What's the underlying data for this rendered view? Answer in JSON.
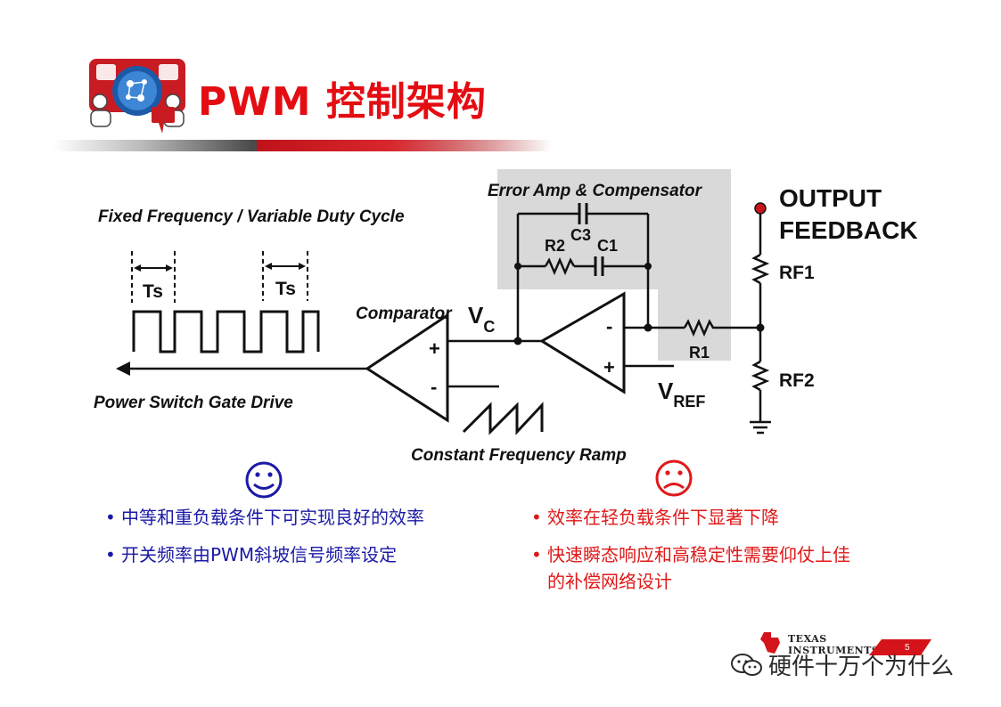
{
  "slide": {
    "title": "PWM 控制架构"
  },
  "diagram": {
    "fixed_freq_label": "Fixed Frequency / Variable Duty Cycle",
    "ts_label_1": "Ts",
    "ts_label_2": "Ts",
    "comparator_label": "Comparator",
    "plus": "+",
    "minus": "-",
    "vc_main": "V",
    "vc_sub": "C",
    "gate_drive_label": "Power Switch Gate Drive",
    "ramp_label": "Constant Frequency Ramp",
    "error_amp_label": "Error Amp & Compensator",
    "c3": "C3",
    "r2": "R2",
    "c1": "C1",
    "r1": "R1",
    "vref_main": "V",
    "vref_sub": "REF",
    "output_feedback_line1": "OUTPUT",
    "output_feedback_line2": "FEEDBACK",
    "rf1": "RF1",
    "rf2": "RF2"
  },
  "pros": {
    "icon": "smiley-face-icon",
    "color": "#1a1aa6",
    "items": [
      "中等和重负载条件下可实现良好的效率",
      "开关频率由PWM斜坡信号频率设定"
    ]
  },
  "cons": {
    "icon": "frowny-face-icon",
    "color": "#e01818",
    "items": [
      "效率在轻负载条件下显著下降",
      "快速瞬态响应和高稳定性需要仰仗上佳的补偿网络设计"
    ]
  },
  "footer": {
    "brand_line1": "TEXAS",
    "brand_line2": "INSTRUMENTS",
    "page_number": "5",
    "watermark": "硬件十万个为什么"
  },
  "colors": {
    "accent": "#e30d12",
    "diagram_line": "#111111",
    "shade": "#d9d9d9"
  }
}
